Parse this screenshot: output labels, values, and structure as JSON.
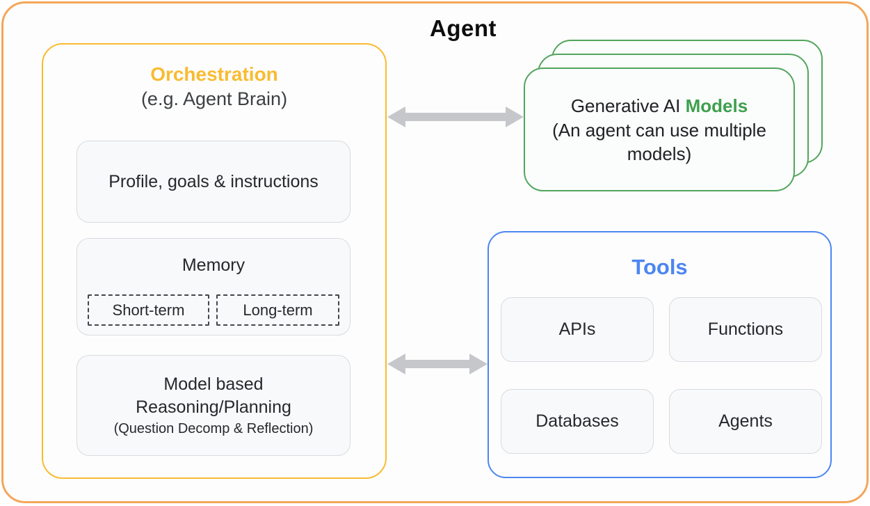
{
  "agent_title": "Agent",
  "orchestration": {
    "title": "Orchestration",
    "subtitle": "(e.g. Agent Brain)",
    "profile_label": "Profile, goals & instructions",
    "memory": {
      "label": "Memory",
      "short_term": "Short-term",
      "long_term": "Long-term"
    },
    "reasoning": {
      "line1": "Model based",
      "line2": "Reasoning/Planning",
      "line3": "(Question Decomp & Reflection)"
    }
  },
  "models": {
    "title_prefix": "Generative AI",
    "title_highlight": "Models",
    "subtitle": "(An agent can use multiple models)"
  },
  "tools": {
    "title": "Tools",
    "items": [
      "APIs",
      "Functions",
      "Databases",
      "Agents"
    ]
  },
  "colors": {
    "outer-border": "#F4A65A",
    "gold": "#F9BB32",
    "green-border": "#52A55C",
    "green-text": "#3EA04E",
    "blue": "#4C86F2",
    "arrow-gray": "#C5C7CA",
    "card-bg": "#F8F9FA",
    "card-border": "#D8DBDF",
    "panel-bg": "#FDFDFD",
    "text-dark": "#26282C",
    "text-sub": "#3C4043",
    "dash": "#43474D"
  }
}
